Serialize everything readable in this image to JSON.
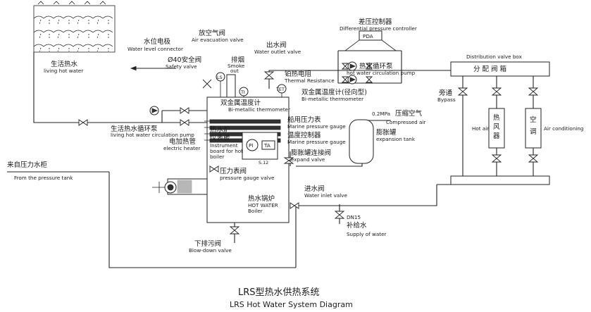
{
  "title": {
    "cn": "LRS型热水供热系统",
    "en": "LRS Hot Water System Diagram"
  },
  "labels": {
    "living_hot_water": {
      "cn": "生活热水",
      "en": "living hot water"
    },
    "water_level": {
      "cn": "水位电极",
      "en": "Water level connector"
    },
    "air_evac": {
      "cn": "放空气阀",
      "en": "Air evacuation valve"
    },
    "smoke_out": {
      "cn": "排烟",
      "en1": "Smoke",
      "en2": "out"
    },
    "safety_valve": {
      "cn": "Ø40安全阀",
      "en": "Safety valve"
    },
    "water_outlet": {
      "cn": "出水阀",
      "en": "Water outlet valve"
    },
    "thermal_resistance": {
      "cn": "铂热电阻",
      "en": "Thermal Resistance"
    },
    "bimetal_radial": {
      "cn": "双金属温度计(径向型)",
      "en": "Bi-metallic thermometer"
    },
    "bimetal": {
      "cn": "双金属温度计",
      "en": "Bi-metallic thermometer"
    },
    "diff_pressure": {
      "cn": "差压控制器",
      "en": "Differential pressure controller",
      "tag": "PDA"
    },
    "circ_pump": {
      "cn": "热水循环泵",
      "en": "hot water circulation pump"
    },
    "dist_box": {
      "cn": "分 配 阀 箱",
      "en": "Distribution valve box"
    },
    "bypass": {
      "cn": "旁通",
      "en": "Bypass"
    },
    "hot_air": {
      "cn1": "热",
      "cn2": "风",
      "cn3": "器",
      "en": "Hot air"
    },
    "air_cond": {
      "cn1": "空",
      "cn2": "调",
      "en": "Air conditioning"
    },
    "living_circ_pump": {
      "cn": "生活热水循环泵",
      "en": "living hot water circulation pump"
    },
    "boiler_panel": {
      "cn1": "热水炉",
      "cn2": "仪表板",
      "en1": "Instrument",
      "en2": "board for hot",
      "en3": "boiler"
    },
    "electric_heater": {
      "cn": "电加热管",
      "en": "electric heater"
    },
    "marine_gauge": {
      "cn": "船用压力表",
      "en": "Marine pressure gauge"
    },
    "temp_controller": {
      "cn": "温度控制器",
      "en": "Marine pressure gauge"
    },
    "compressed_air": {
      "value": "0.2MPa",
      "cn": "压缩空气",
      "en": "Compressed air"
    },
    "expansion_tank": {
      "cn": "膨胀罐",
      "en": "expansion tank"
    },
    "expand_valve": {
      "cn": "膨胀罐连接阀",
      "en": "expand valve"
    },
    "gauge_valve": {
      "cn": "压力表阀",
      "en": "pressure gauge valve"
    },
    "model": {
      "text": "S.12"
    },
    "pi": {
      "text": "PI"
    },
    "ta": {
      "text": "TA"
    },
    "ti": {
      "text": "TI"
    },
    "tet": {
      "text": "TET"
    },
    "ls": {
      "text": "LS"
    },
    "pressure_tank": {
      "cn": "来自压力水柜",
      "en": "From the pressure tank"
    },
    "inlet_valve": {
      "cn": "进水阀",
      "en": "Water inlet valve"
    },
    "hot_water_boiler": {
      "cn": "热水锅炉",
      "en1": "HOT WATER",
      "en2": "Boiler"
    },
    "supply": {
      "dn": "DN15",
      "cn": "补给水",
      "en": "Supply of water"
    },
    "blowdown": {
      "cn": "下排污阀",
      "en": "Blow-down valve"
    }
  }
}
